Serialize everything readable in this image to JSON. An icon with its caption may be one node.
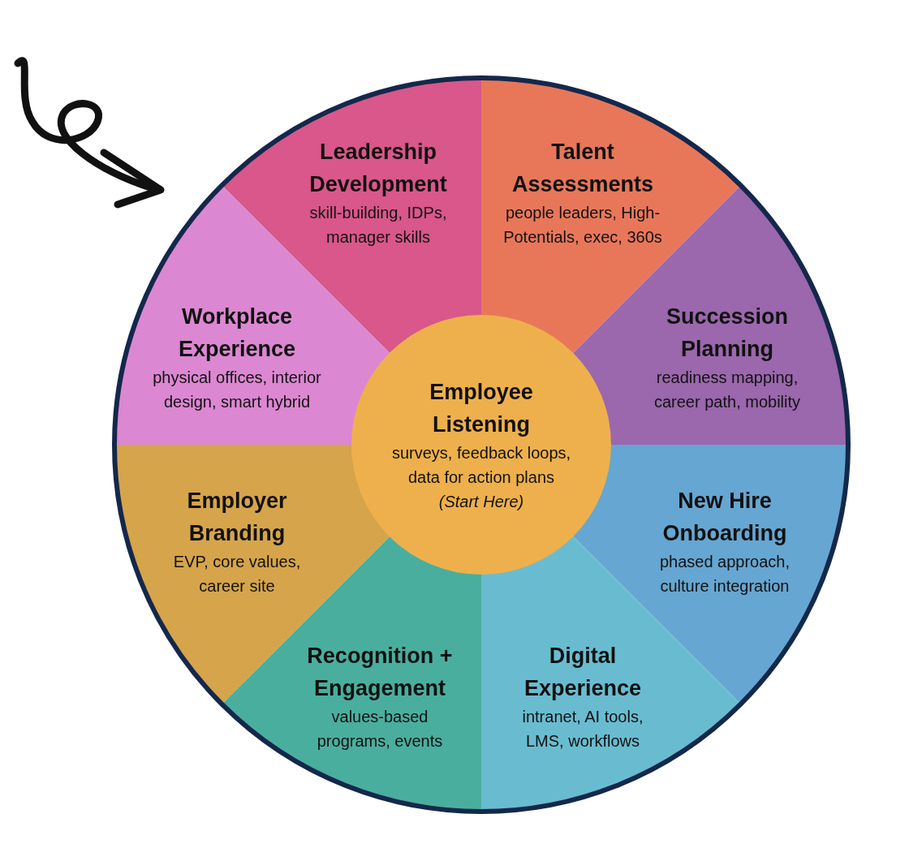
{
  "diagram": {
    "nodes": [
      {
        "text": [
          "Leadership Development",
          "skill-building, IDPs, manager skills"
        ]
      },
      {
        "text": [
          "Talent Assessments",
          "people leaders, High-Potentials, exec, 360s"
        ]
      },
      {
        "text": [
          "Succession Planning",
          "readiness mapping, career path, mobility"
        ]
      },
      {
        "text": [
          "New Hire Onboarding",
          "phased approach, culture integration"
        ]
      },
      {
        "text": [
          "Digital Experience",
          "intranet, AI tools, LMS, workflows"
        ]
      },
      {
        "text": [
          "Recognition + Engagement",
          "values-based programs, events"
        ]
      },
      {
        "text": [
          "Employer Branding",
          "EVP, core values, career site"
        ]
      },
      {
        "text": [
          "Workplace Experience",
          "physical offices, interior design, smart hybrid"
        ]
      },
      {
        "text": [
          "Employee Listening",
          "surveys, feedback loops, data for action plans",
          "(Start Here)"
        ]
      }
    ]
  }
}
